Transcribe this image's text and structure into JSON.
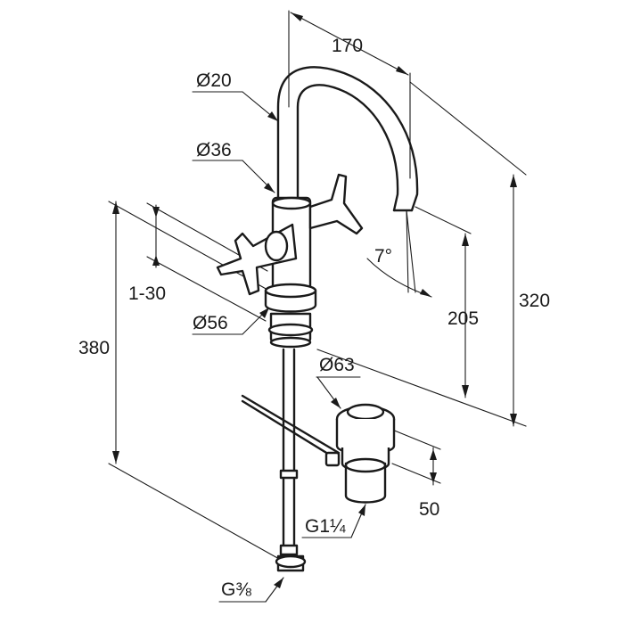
{
  "labels": {
    "d_spout_width": "170",
    "d_pipe_diameter": "Ø20",
    "d_column_diameter": "Ø36",
    "d_adjust_range": "1-30",
    "d_base_diameter": "Ø56",
    "d_overall_height": "380",
    "d_spout_height": "320",
    "d_outlet_height": "205",
    "d_outlet_angle": "7°",
    "d_waste_diameter": "Ø63",
    "d_waste_height": "50",
    "d_waste_thread": "G1¼",
    "d_supply_thread": "G⅜"
  }
}
